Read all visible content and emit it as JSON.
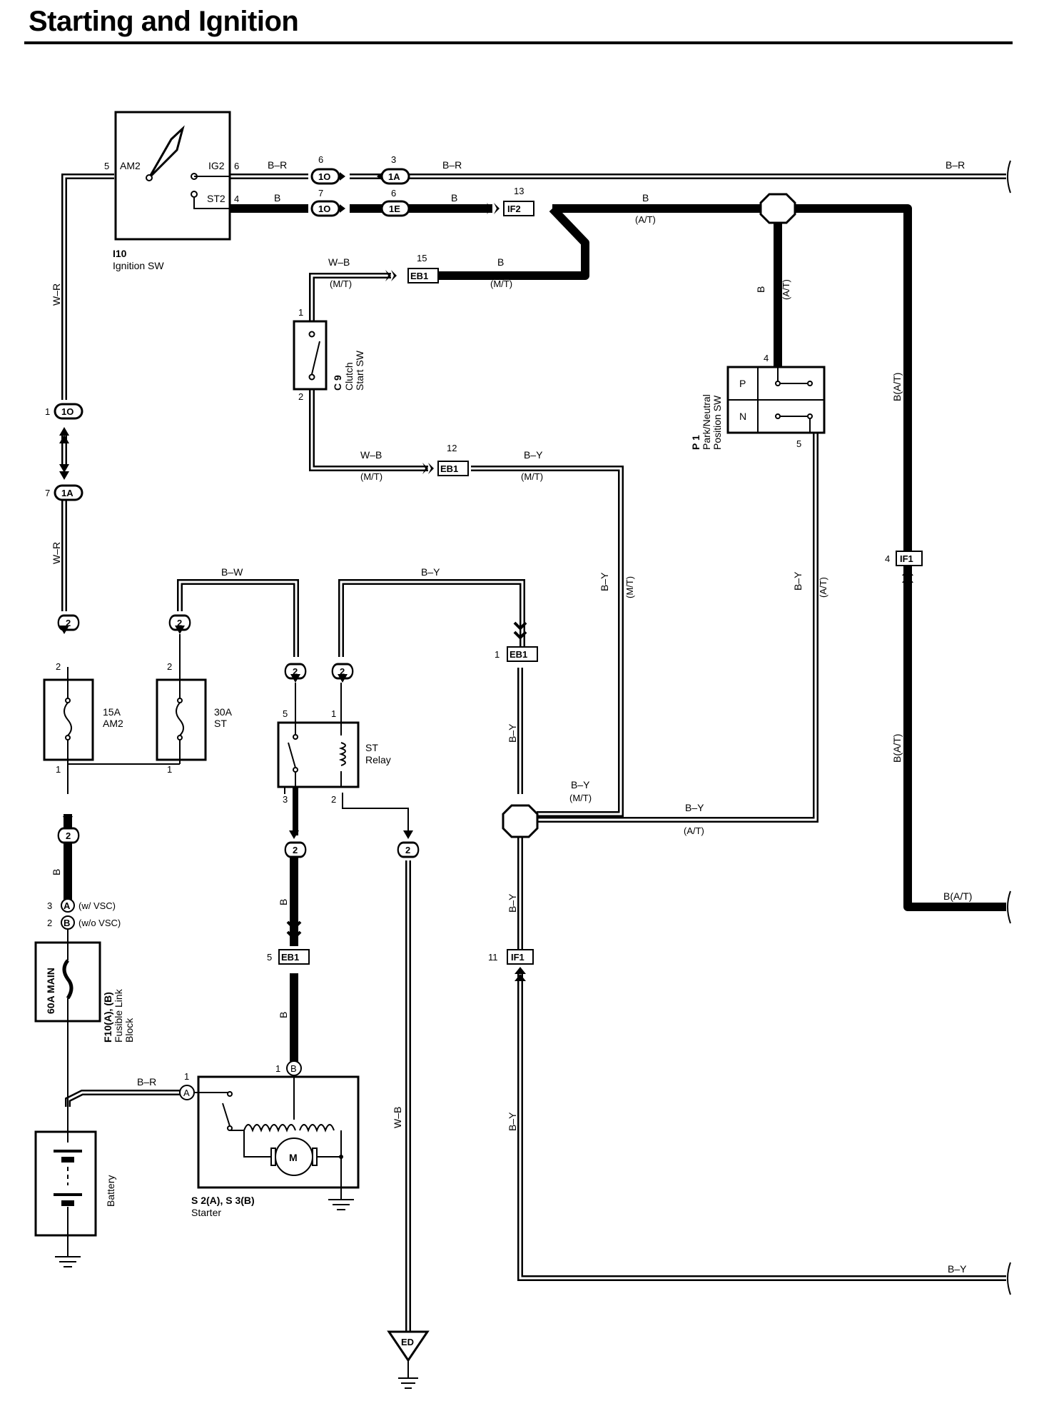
{
  "title": "Starting and Ignition",
  "ignition_sw": {
    "code": "I10",
    "name": "Ignition SW",
    "pin_am2": "AM2",
    "pin_ig2": "IG2",
    "pin_st2": "ST2",
    "n5": "5",
    "n6": "6",
    "n4": "4"
  },
  "clutch_sw": {
    "code": "C 9",
    "name1": "Clutch",
    "name2": "Start SW",
    "p1": "1",
    "p2": "2"
  },
  "pn_sw": {
    "code": "P 1",
    "name1": "Park/Neutral",
    "name2": "Position SW",
    "P": "P",
    "N": "N",
    "p4": "4",
    "p5": "5"
  },
  "st_relay": {
    "name1": "ST",
    "name2": "Relay",
    "p5": "5",
    "p1": "1",
    "p3": "3",
    "p2": "2"
  },
  "fuse_am2": {
    "rating": "15A",
    "name": "AM2",
    "p2": "2",
    "p1": "1"
  },
  "fuse_st": {
    "rating": "30A",
    "name": "ST",
    "p2": "2",
    "p1": "1"
  },
  "fusible": {
    "rating": "60A MAIN",
    "code": "F10(A), (B)",
    "name1": "Fusible Link",
    "name2": "Block"
  },
  "battery": {
    "name": "Battery"
  },
  "starter": {
    "code": "S 2(A), S 3(B)",
    "name": "Starter",
    "motor": "M"
  },
  "conn_labels": {
    "c1O": "1O",
    "c1A": "1A",
    "c1E": "1E",
    "cIF2": "IF2",
    "cEB1": "EB1",
    "cIF1": "IF1",
    "c2": "2",
    "cA": "A",
    "cB": "B",
    "cED": "ED"
  },
  "pins": {
    "n1": "1",
    "n2": "2",
    "n3": "3",
    "n4": "4",
    "n5": "5",
    "n6": "6",
    "n7": "7",
    "n11": "11",
    "n12": "12",
    "n13": "13",
    "n15": "15"
  },
  "wires": {
    "BR": "B–R",
    "B": "B",
    "WR": "W–R",
    "WB": "W–B",
    "BY": "B–Y",
    "BW": "B–W",
    "AT": "(A/T)",
    "MT": "(M/T)",
    "BAT": "B(A/T)",
    "wVSC": "(w/ VSC)",
    "woVSC": "(w/o VSC)"
  },
  "colors": {
    "wire": "#000000",
    "background": "#ffffff"
  }
}
